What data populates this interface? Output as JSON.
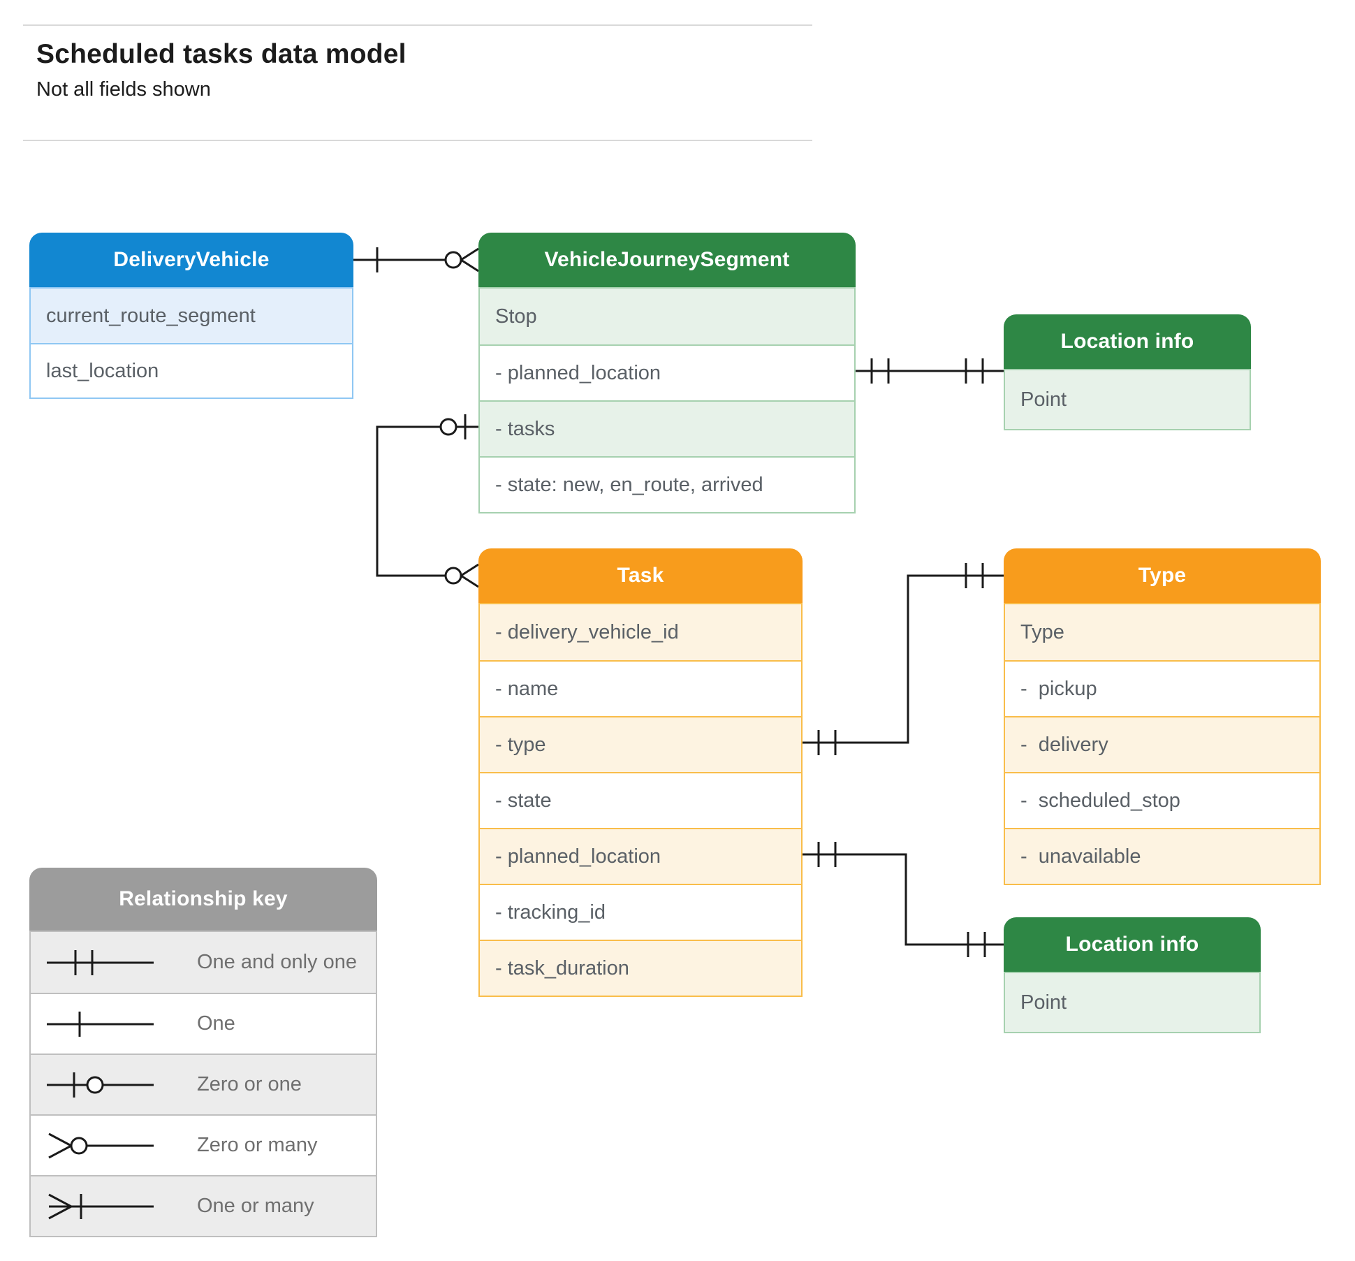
{
  "page": {
    "title": "Scheduled tasks data model",
    "subtitle": "Not all fields shown"
  },
  "entities": {
    "delivery_vehicle": {
      "title": "DeliveryVehicle",
      "fields": [
        "current_route_segment",
        "last_location"
      ]
    },
    "vehicle_journey_segment": {
      "title": "VehicleJourneySegment",
      "fields": [
        "Stop",
        "- planned_location",
        "- tasks",
        "- state: new, en_route, arrived"
      ]
    },
    "location_info_top": {
      "title": "Location info",
      "fields": [
        "Point"
      ]
    },
    "task": {
      "title": "Task",
      "fields": [
        "- delivery_vehicle_id",
        "- name",
        "- type",
        "- state",
        "- planned_location",
        "- tracking_id",
        "- task_duration"
      ]
    },
    "type": {
      "title": "Type",
      "fields": [
        "Type",
        "-  pickup",
        "-  delivery",
        "-  scheduled_stop",
        "-  unavailable"
      ]
    },
    "location_info_bottom": {
      "title": "Location info",
      "fields": [
        "Point"
      ]
    }
  },
  "relationships": [
    {
      "from": "DeliveryVehicle",
      "to": "VehicleJourneySegment",
      "from_cardinality": "one",
      "to_cardinality": "zero-or-many"
    },
    {
      "from": "VehicleJourneySegment.tasks",
      "to": "Task",
      "from_cardinality": "zero-or-one",
      "to_cardinality": "zero-or-many"
    },
    {
      "from": "VehicleJourneySegment.planned_location",
      "to": "Location info",
      "from_cardinality": "one-and-only-one",
      "to_cardinality": "one-and-only-one"
    },
    {
      "from": "Task.type",
      "to": "Type",
      "from_cardinality": "one-and-only-one",
      "to_cardinality": "one-and-only-one"
    },
    {
      "from": "Task.planned_location",
      "to": "Location info",
      "from_cardinality": "one-and-only-one",
      "to_cardinality": "one-and-only-one"
    }
  ],
  "legend": {
    "title": "Relationship key",
    "items": [
      {
        "symbol": "one-and-only-one",
        "label": "One and only one"
      },
      {
        "symbol": "one",
        "label": "One"
      },
      {
        "symbol": "zero-or-one",
        "label": "Zero or one"
      },
      {
        "symbol": "zero-or-many",
        "label": "Zero or many"
      },
      {
        "symbol": "one-or-many",
        "label": "One or many"
      }
    ]
  },
  "colors": {
    "blue_header": "#1287d1",
    "blue_light": "#e4effb",
    "blue_border": "#8fc7f3",
    "green_header": "#2e8745",
    "green_light": "#e7f2e9",
    "green_border": "#a6d1af",
    "orange_header": "#f89c1c",
    "orange_light": "#fdf3e1",
    "orange_border": "#f9bd4a",
    "gray_header": "#9c9c9c",
    "gray_light": "#ececec",
    "field_text": "#5a6066",
    "line": "#1a1a1a"
  }
}
